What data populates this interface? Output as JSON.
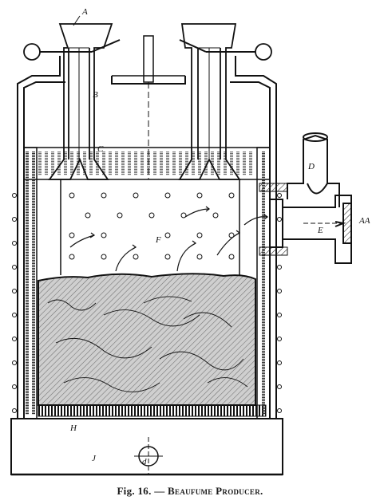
{
  "figure": {
    "caption_prefix": "Fig. 16. — ",
    "caption_title": "Beaufume Producer.",
    "labels": {
      "A": "A",
      "B": "B",
      "C": "C",
      "D": "D",
      "E": "E",
      "F": "F",
      "AA": "AA",
      "H": "H",
      "J": "J",
      "d": "d"
    }
  }
}
